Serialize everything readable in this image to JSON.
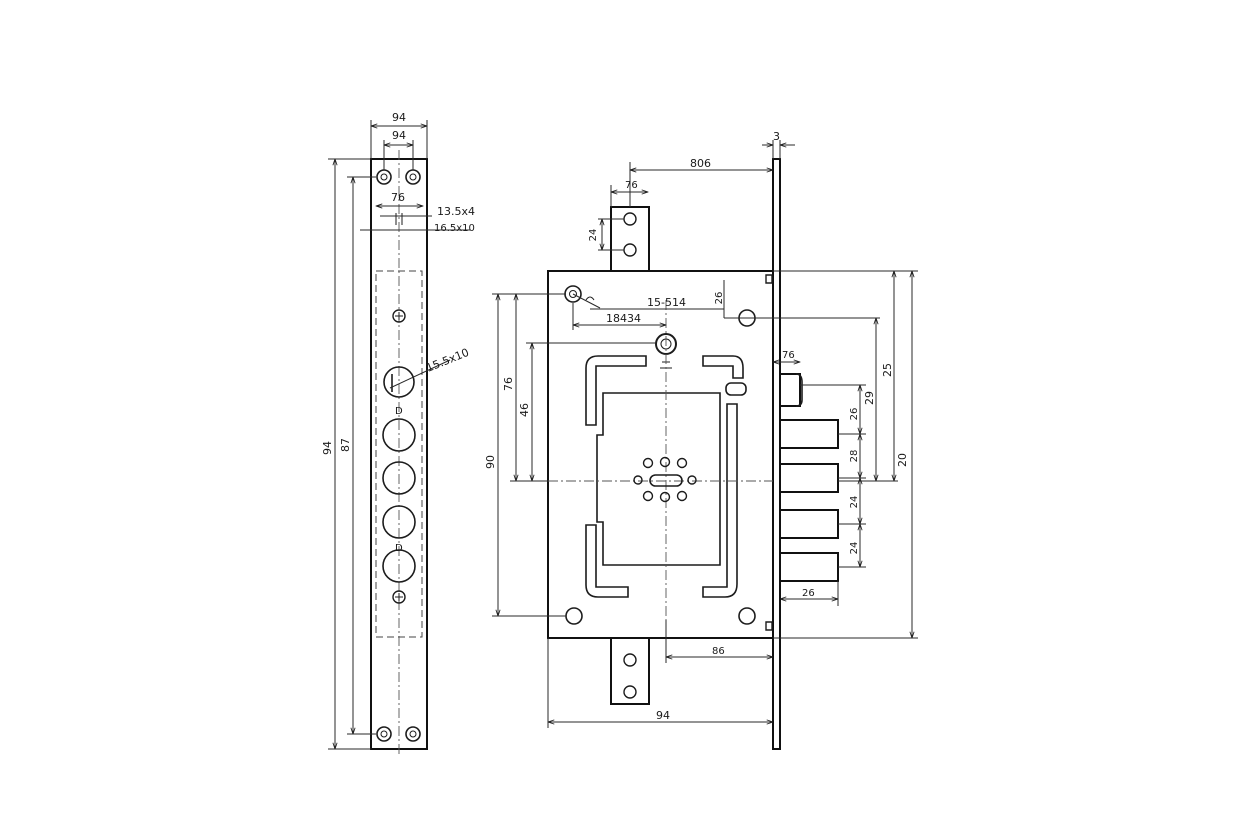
{
  "strip": {
    "dims": {
      "top_outer": "94",
      "top_inner": "94",
      "hole_spacing": "76",
      "slot_a": "13.5x4",
      "slot_b": "16.5x10",
      "cylinder": "15.5x10",
      "height_outer": "94",
      "height_inner": "87"
    },
    "marks": [
      "D",
      "D"
    ]
  },
  "lock": {
    "dims": {
      "faceplate_thickness": "3",
      "top_width": "806",
      "tab_width": "76",
      "tab_hole_spacing": "24",
      "top_offset": "26",
      "spindle_span": "15-514",
      "spindle_offset": "18434",
      "left_90": "90",
      "left_76": "76",
      "left_46": "46",
      "latch_width": "76",
      "right_25": "25",
      "right_29": "29",
      "right_20": "20",
      "bolt_26": "26",
      "bolt_28": "28",
      "bolt_24a": "24",
      "bolt_24b": "24",
      "bolt_length": "26",
      "bottom_86": "86",
      "bottom_94": "94"
    }
  }
}
